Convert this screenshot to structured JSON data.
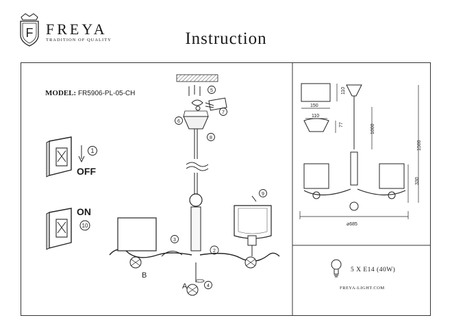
{
  "brand": {
    "name": "FREYA",
    "tagline": "TRADITION OF QUALITY",
    "logo_letter": "F"
  },
  "title": "Instruction",
  "model": {
    "label": "MODEL:",
    "code": "FR5906-PL-05-CH"
  },
  "switch_steps": [
    {
      "state": "OFF",
      "step": "1"
    },
    {
      "state": "ON",
      "step": "10"
    }
  ],
  "step_numbers": [
    "2",
    "3",
    "4",
    "5",
    "6",
    "7",
    "8",
    "9"
  ],
  "part_letters": {
    "a": "A",
    "b": "B"
  },
  "dimensions": {
    "shade_height": "110",
    "shade_width": "150",
    "cup_width": "110",
    "cup_height": "77",
    "stem": "1000",
    "total": "1500",
    "body": "330",
    "diameter": "⌀685"
  },
  "spec": {
    "bulbs": "5 X E14 (40W)",
    "website": "FREYA-LIGHT.COM"
  }
}
